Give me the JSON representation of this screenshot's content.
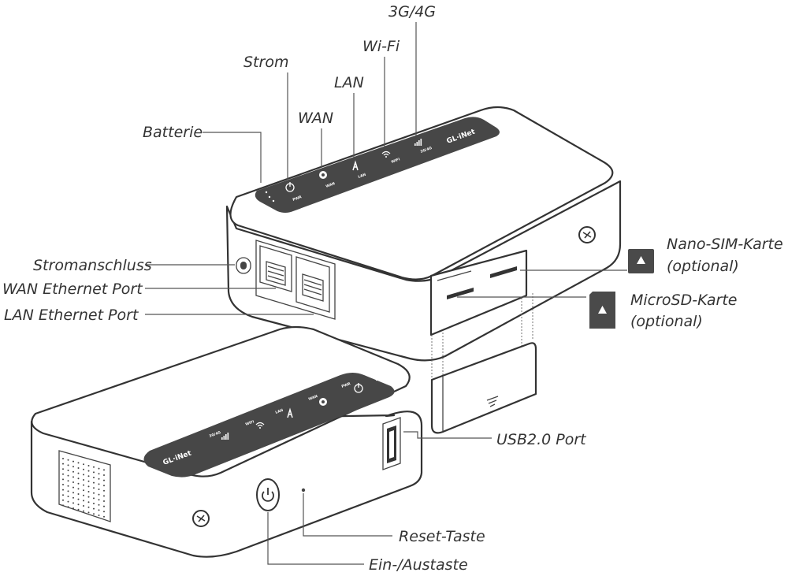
{
  "device": {
    "brand": "GL·iNet"
  },
  "led_labels": {
    "power": "PWR",
    "wan": "WAN",
    "lan": "LAN",
    "wifi": "WIFI",
    "cell": "3G/4G"
  },
  "callouts": {
    "cellular": "3G/4G",
    "wifi": "Wi-Fi",
    "lan": "LAN",
    "strom": "Strom",
    "wan": "WAN",
    "batterie": "Batterie",
    "stromanschluss": "Stromanschluss",
    "wan_port": "WAN Ethernet Port",
    "lan_port": "LAN Ethernet Port",
    "nano_sim_line1": "Nano-SIM-Karte",
    "nano_sim_line2": "(optional)",
    "microsd_line1": "MicroSD-Karte",
    "microsd_line2": "(optional)",
    "usb_port": "USB2.0 Port",
    "reset": "Reset-Taste",
    "power_button": "Ein-/Austaste"
  },
  "icons": {
    "power": "power-icon",
    "sim_card": "sim-card-icon",
    "microsd_card": "microsd-card-icon",
    "screw": "screw-icon"
  },
  "colors": {
    "ink": "#333333",
    "panel": "#474747",
    "background": "#ffffff"
  }
}
